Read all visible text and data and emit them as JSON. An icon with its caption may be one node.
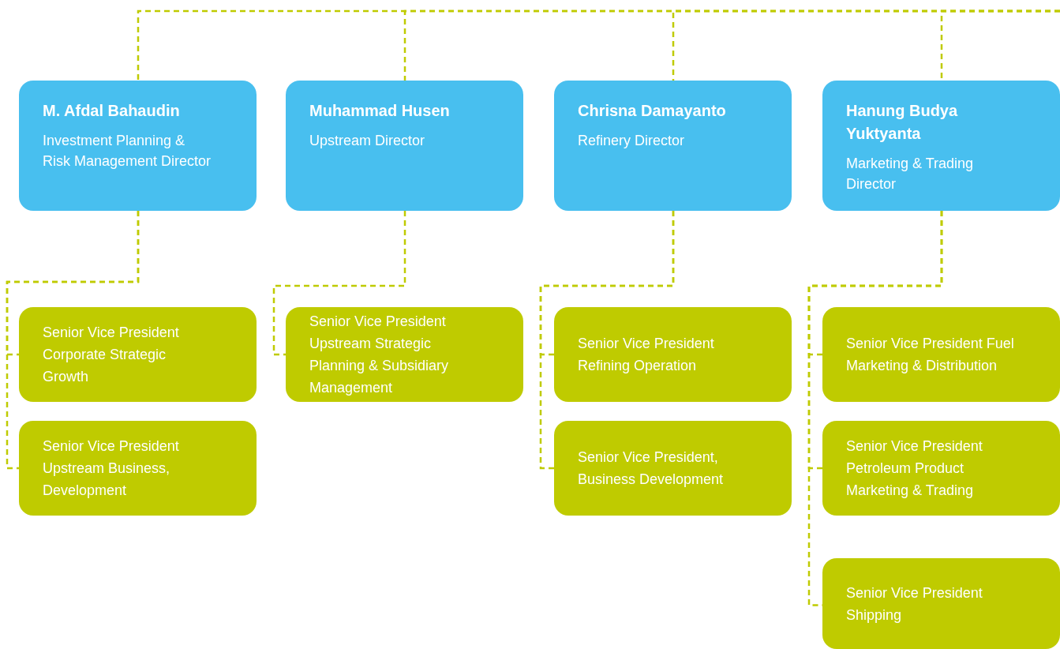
{
  "diagram": {
    "nodes": [
      {
        "text": [
          "M. Afdal Bahaudin",
          "Investment Planning & Risk Management Director"
        ]
      },
      {
        "text": [
          "Muhammad Husen",
          "Upstream Director"
        ]
      },
      {
        "text": [
          "Chrisna Damayanto",
          "Refinery Director"
        ]
      },
      {
        "text": [
          "Hanung Budya Yuktyanta",
          "Marketing & Trading Director"
        ]
      },
      {
        "text": [
          "Senior Vice President Corporate Strategic Growth"
        ]
      },
      {
        "text": [
          "Senior Vice President Upstream Business, Development"
        ]
      },
      {
        "text": [
          "Senior Vice President Upstream Strategic Planning & Subsidiary Management"
        ]
      },
      {
        "text": [
          "Senior Vice President Refining Operation"
        ]
      },
      {
        "text": [
          "Senior Vice President, Business Development"
        ]
      },
      {
        "text": [
          "Senior Vice President Fuel Marketing & Distribution"
        ]
      },
      {
        "text": [
          "Senior Vice President Petroleum Product Marketing & Trading"
        ]
      },
      {
        "text": [
          "Senior Vice President Shipping"
        ]
      }
    ],
    "edges": [
      {
        "from": null,
        "to": 0,
        "arrow": "none",
        "style": "dashed"
      },
      {
        "from": null,
        "to": 1,
        "arrow": "none",
        "style": "dashed"
      },
      {
        "from": null,
        "to": 2,
        "arrow": "none",
        "style": "dashed"
      },
      {
        "from": null,
        "to": 3,
        "arrow": "none",
        "style": "dashed"
      },
      {
        "from": 0,
        "to": 4,
        "arrow": "none",
        "style": "dashed"
      },
      {
        "from": 0,
        "to": 5,
        "arrow": "none",
        "style": "dashed"
      },
      {
        "from": 1,
        "to": 6,
        "arrow": "none",
        "style": "dashed"
      },
      {
        "from": 2,
        "to": 7,
        "arrow": "none",
        "style": "dashed"
      },
      {
        "from": 2,
        "to": 8,
        "arrow": "none",
        "style": "dashed"
      },
      {
        "from": 3,
        "to": 9,
        "arrow": "none",
        "style": "dashed"
      },
      {
        "from": 3,
        "to": 10,
        "arrow": "none",
        "style": "dashed"
      },
      {
        "from": 3,
        "to": 11,
        "arrow": "none",
        "style": "dashed"
      }
    ]
  }
}
